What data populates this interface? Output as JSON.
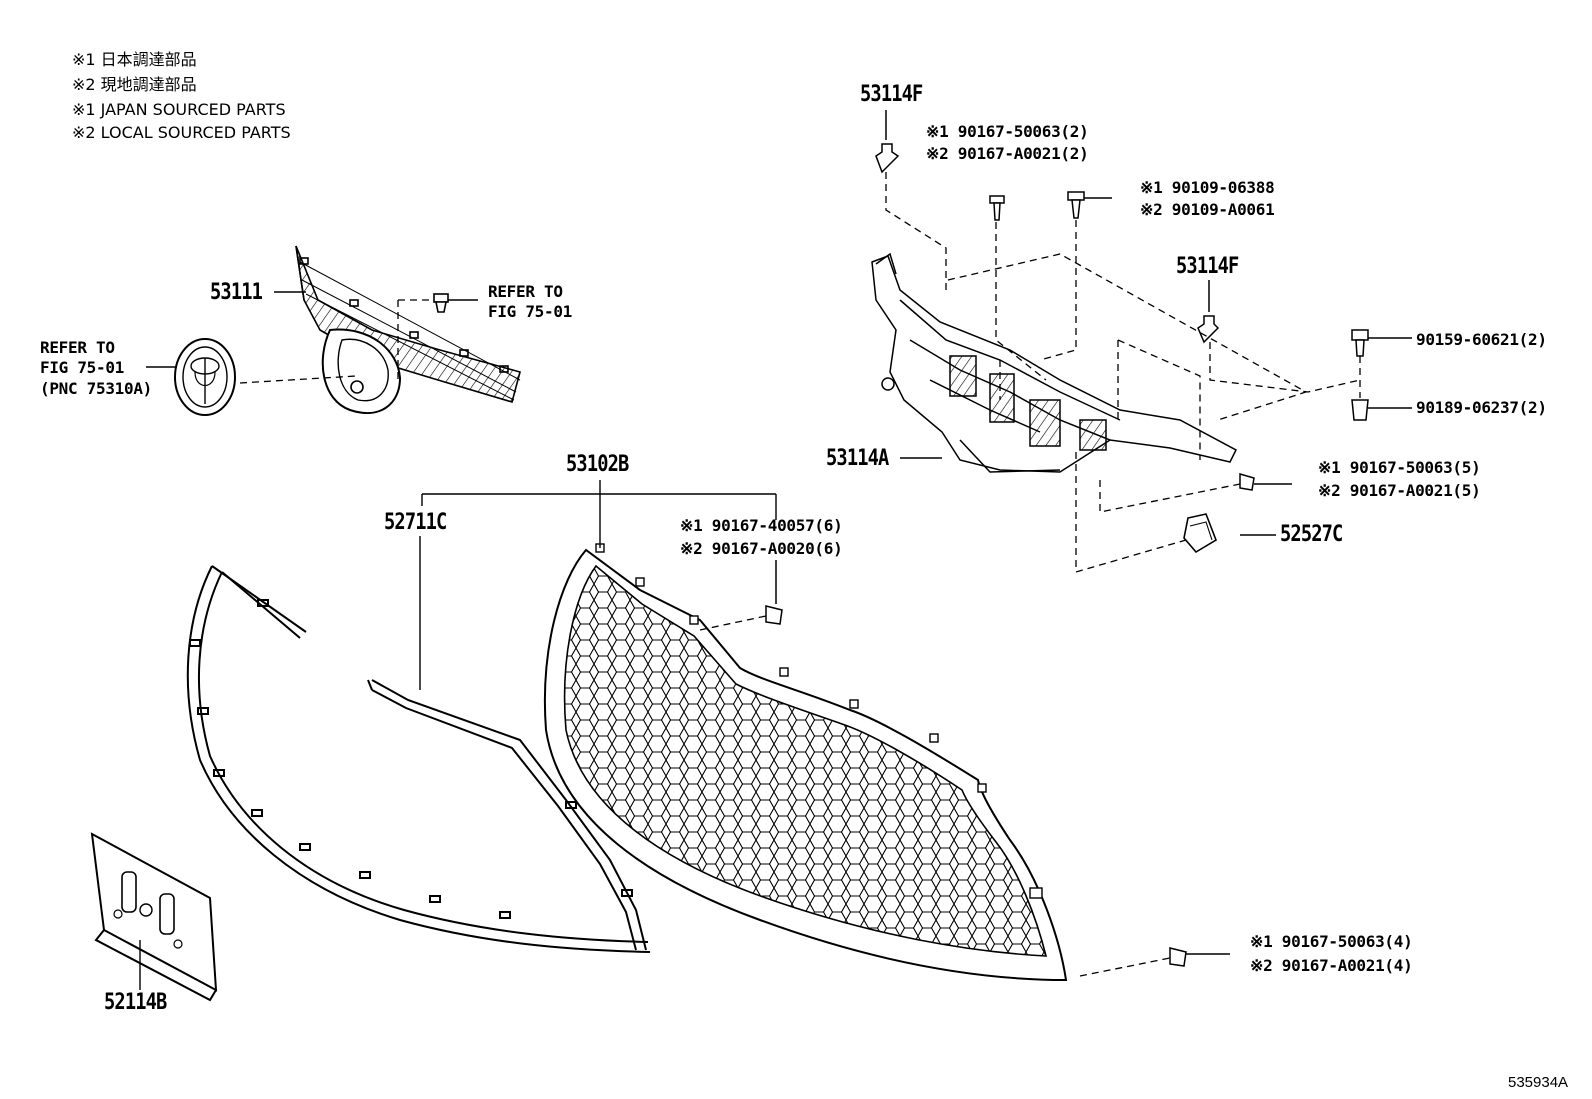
{
  "legend": [
    "※1 日本調達部品",
    "※2 現地調達部品",
    "※1 JAPAN SOURCED PARTS",
    "※2 LOCAL SOURCED PARTS"
  ],
  "labels": {
    "p53114f_top": "53114F",
    "p53114f_mid": "53114F",
    "p53111": "53111",
    "p53114a": "53114A",
    "p53102b": "53102B",
    "p52711c": "52711C",
    "p52527c": "52527C",
    "p52114b": "52114B",
    "refer_right_1": "REFER TO",
    "refer_right_2": "FIG 75-01",
    "refer_left_1": "REFER TO",
    "refer_left_2": "FIG 75-01",
    "refer_left_3": "(PNC 75310A)",
    "bolt_a_1": "※1 90167-50063(2)",
    "bolt_a_2": "※2 90167-A0021(2)",
    "bolt_b_1": "※1 90109-06388",
    "bolt_b_2": "※2 90109-A0061",
    "bolt_c": "90159-60621(2)",
    "bolt_d": "90189-06237(2)",
    "bolt_e_1": "※1 90167-50063(5)",
    "bolt_e_2": "※2 90167-A0021(5)",
    "bolt_f_1": "※1 90167-40057(6)",
    "bolt_f_2": "※2 90167-A0020(6)",
    "bolt_g_1": "※1 90167-50063(4)",
    "bolt_g_2": "※2 90167-A0021(4)"
  },
  "drawing_code": "535934A"
}
